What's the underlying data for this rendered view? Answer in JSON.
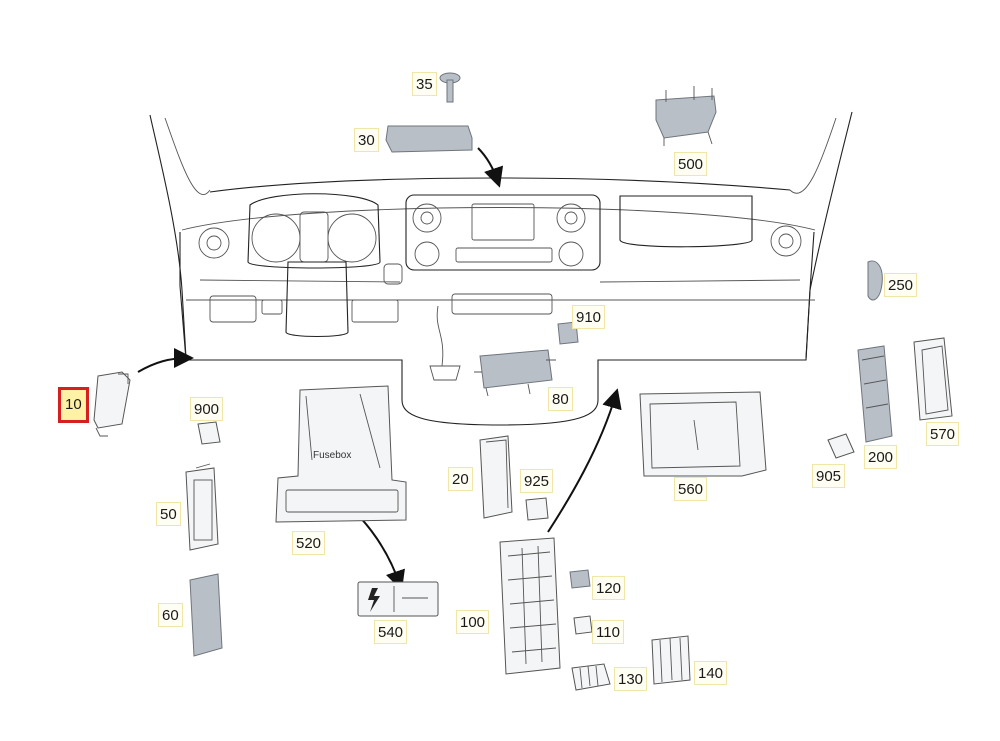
{
  "callouts": {
    "c35": "35",
    "c30": "30",
    "c500": "500",
    "c250": "250",
    "c910": "910",
    "c80": "80",
    "c10": "10",
    "c900": "900",
    "c50": "50",
    "c60": "60",
    "c520": "520",
    "c540": "540",
    "c20": "20",
    "c925": "925",
    "c100": "100",
    "c120": "120",
    "c110": "110",
    "c130": "130",
    "c140": "140",
    "c560": "560",
    "c905": "905",
    "c200": "200",
    "c570": "570"
  },
  "fusebox_label": "Fusebox",
  "selected_callout": "10",
  "colors": {
    "selected_border": "#d61f1f",
    "callout_fill": "#fffef3",
    "part_gray": "#b9bfc6"
  }
}
